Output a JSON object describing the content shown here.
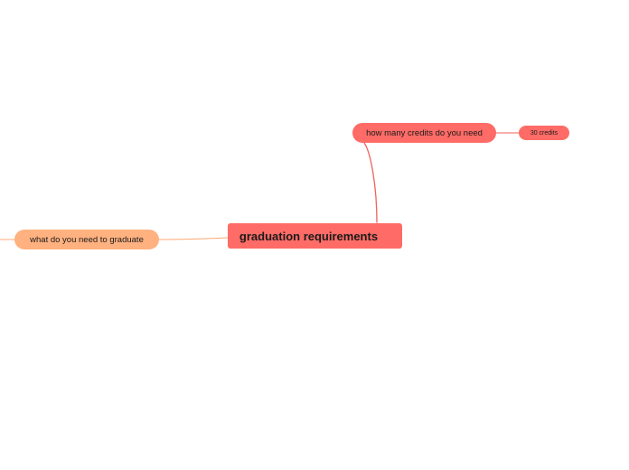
{
  "colors": {
    "primary_node": "#ff6b66",
    "secondary_node": "#ffb17f",
    "primary_line": "#f0625e",
    "secondary_line": "#ffa872"
  },
  "mindmap": {
    "root": {
      "label": "graduation requirements"
    },
    "branches": [
      {
        "label": "how many credits do you need",
        "children": [
          {
            "label": "30 credits"
          }
        ]
      },
      {
        "label": "what do you need to graduate",
        "children": []
      }
    ]
  }
}
